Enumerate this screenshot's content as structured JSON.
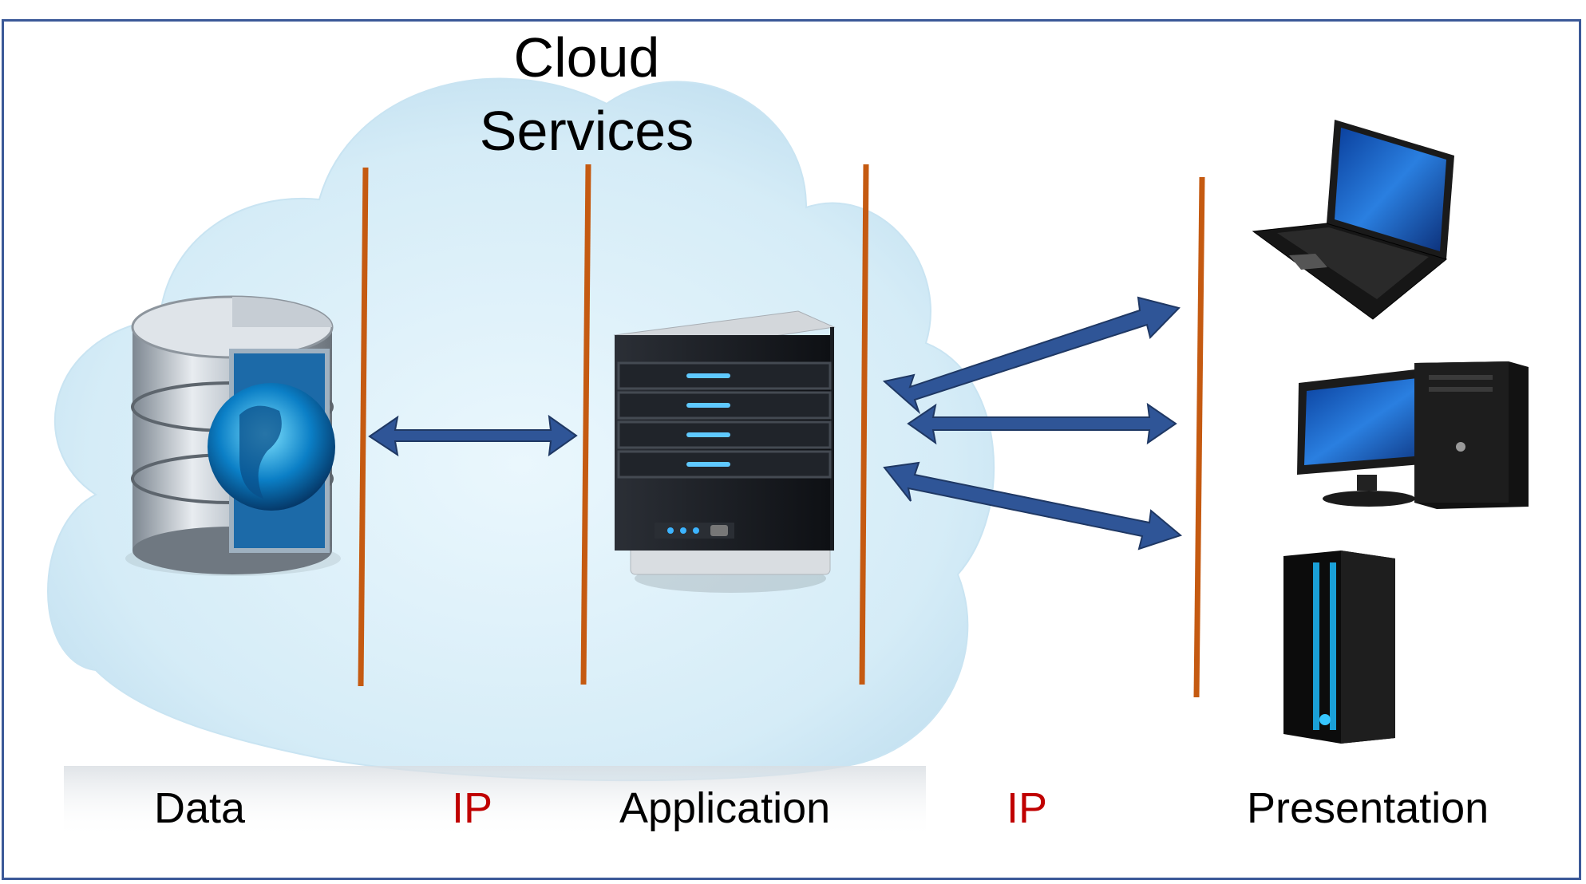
{
  "title_line1": "Cloud",
  "title_line2": "Services",
  "labels": {
    "data": "Data",
    "ip_left": "IP",
    "application": "Application",
    "ip_right": "IP",
    "presentation": "Presentation"
  },
  "icons": {
    "database": "database-globe-icon",
    "app_server": "server-icon",
    "laptop": "laptop-icon",
    "desktop": "desktop-computer-icon",
    "tower": "tower-pc-icon",
    "cloud": "cloud-icon"
  },
  "colors": {
    "frame_border": "#3b5998",
    "divider": "#c55a11",
    "arrow_fill": "#2f5597",
    "arrow_stroke": "#1f3864",
    "ip_text": "#c00000",
    "cloud_fill": "#d6eef8"
  }
}
